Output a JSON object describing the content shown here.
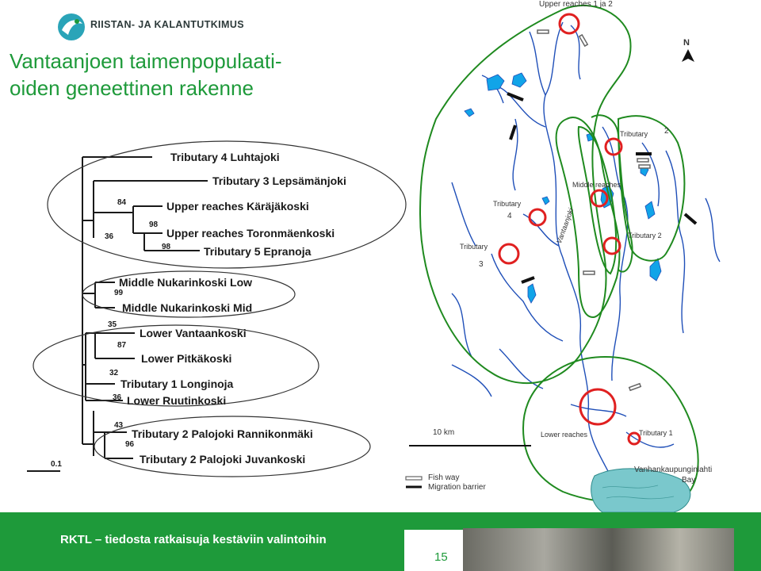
{
  "logo": {
    "text": "RIISTAN- JA KALANTUTKIMUS"
  },
  "title": {
    "line1": "Vantaanjoen taimenpopulaati-",
    "line2": "oiden geneettinen rakenne"
  },
  "tree": {
    "taxa": [
      "Tributary 4 Luhtajoki",
      "Tributary 3 Lepsämänjoki",
      "Upper reaches Käräjäkoski",
      "Upper reaches Toronmäenkoski",
      "Tributary 5 Epranoja",
      "Middle Nukarinkoski Low",
      "Middle Nukarinkoski Mid",
      "Lower Vantaankoski",
      "Lower Pitkäkoski",
      "Tributary 1 Longinoja",
      "Lower Ruutinkoski",
      "Tributary 2 Palojoki Rannikonmäki",
      "Tributary 2 Palojoki Juvankoski"
    ],
    "bootstrap": [
      "84",
      "98",
      "36",
      "98",
      "99",
      "35",
      "87",
      "32",
      "36",
      "43",
      "96"
    ],
    "scale": "0.1"
  },
  "map": {
    "labels": {
      "upper": "Upper reaches 1 ja 2",
      "north": "N",
      "tributary_a": "Tributary",
      "num2": "2",
      "middle": "Middle reaches",
      "tributary_b": "Tributary",
      "num4": "4",
      "tributary2": "Tributary 2",
      "tributary_c": "Tributary",
      "num3": "3",
      "vantaanjoki": "Vantaanjoki",
      "scale": "10 km",
      "lower": "Lower reaches",
      "tributary1": "Tributary 1",
      "bay1": "Vanhankaupunginlahti",
      "bay2": "Bay"
    },
    "legend": {
      "fishway": "Fish way",
      "barrier": "Migration barrier"
    }
  },
  "footer": {
    "text": "RKTL – tiedosta ratkaisuja kestäviin valintoihin",
    "page": "15"
  },
  "colors": {
    "green": "#1e9a3a",
    "river": "#1f4fb8",
    "lake": "#11a4e8",
    "circle": "#e02020",
    "outline": "#1f8a1f"
  }
}
